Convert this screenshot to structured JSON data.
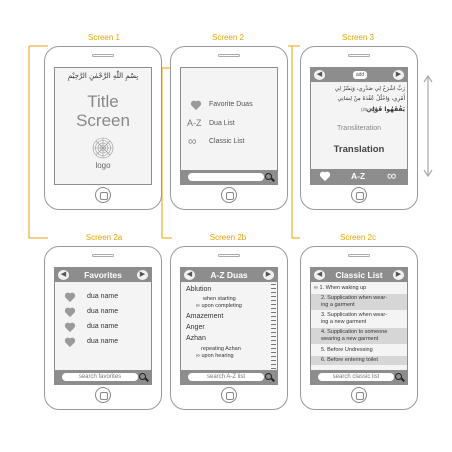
{
  "labels": {
    "screen1": "Screen 1",
    "screen2": "Screen 2",
    "screen3": "Screen 3",
    "screen2a": "Screen 2a",
    "screen2b": "Screen 2b",
    "screen2c": "Screen 2c"
  },
  "screen1": {
    "bismillah": "بِسْمِ اللّٰهِ الرَّحْمٰنِ الرَّحِيْمِ",
    "title_line1": "Title",
    "title_line2": "Screen",
    "logo": "logo"
  },
  "screen2": {
    "menu": [
      "Favorite Duas",
      "Dua List",
      "Classic List"
    ],
    "az": "A-Z"
  },
  "screen3": {
    "badge": "add",
    "arabic_line1": "رَبِّ اشْرَحْ لِي صَدْرِي، وَيَسِّرْ لِي",
    "arabic_line2": "أَمْرِي، وَاحْلُلْ عُقْدَةً مِنْ لِسَانِي",
    "arabic_line3": "يَفْقَهُوا قَوْلِي",
    "ref": "(25-28)",
    "transliteration": "Transliteration",
    "translation": "Translation",
    "az": "A-Z"
  },
  "screen2a": {
    "header": "Favorites",
    "items": [
      "dua name",
      "dua name",
      "dua name",
      "dua name"
    ],
    "search": "search favorites"
  },
  "screen2b": {
    "header": "A-Z Duas",
    "ablution": "Ablution",
    "when_starting": "when starting",
    "upon_completing": "upon completing",
    "amazement": "Amazement",
    "anger": "Anger",
    "azhan": "Azhan",
    "repeating_azhan": "repeating Azhan",
    "upon_hearing": "upon hearing",
    "search": "search A-Z list"
  },
  "screen2c": {
    "header": "Classic List",
    "item1": "1. When waking up",
    "item2a": "2. Supplication when wear-",
    "item2b": "ing a garment",
    "item3a": "3. Supplication when wear-",
    "item3b": "ing a new garment",
    "item4a": "4. Supplication to someone",
    "item4b": "wearing a new garment",
    "item5": "5. Before Undressing",
    "item6": "6. Before entering toilet",
    "search": "search classic list"
  },
  "colors": {
    "flow_line": "#e6a400",
    "bar": "#8d8d8d",
    "screen": "#f4f4f4"
  }
}
